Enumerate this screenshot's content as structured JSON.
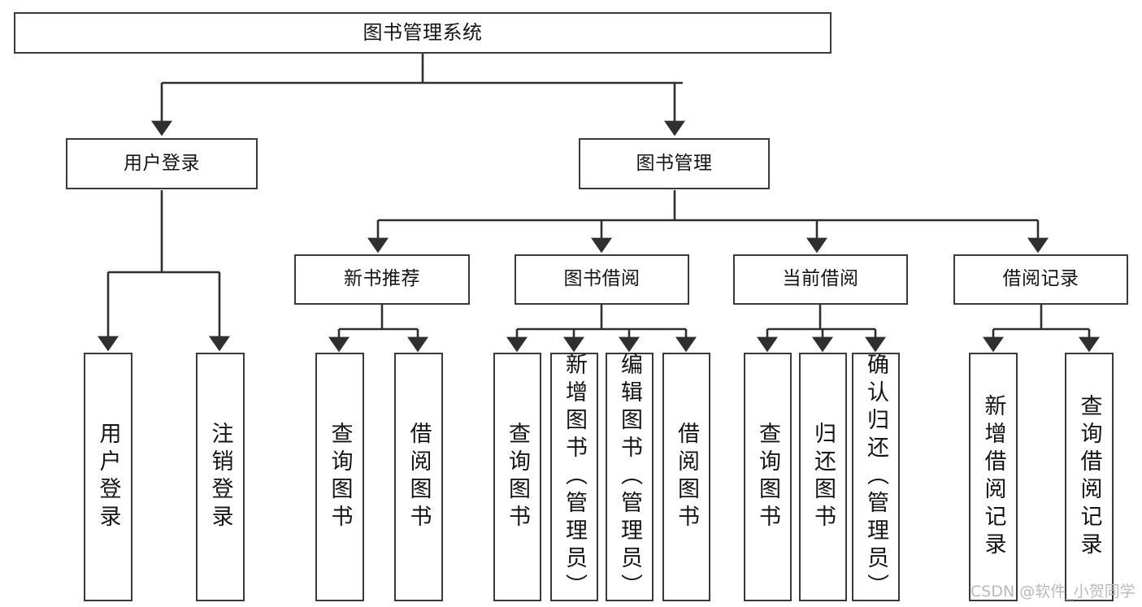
{
  "diagram": {
    "title": "图书管理系统",
    "type": "tree",
    "watermark": "CSDN @软件_小贺同学",
    "colors": {
      "background": "#ffffff",
      "node_border": "#3a3a3a",
      "node_fill": "#ffffff",
      "edge": "#2f2f2f",
      "text": "#141414",
      "watermark": "#b9b9b9"
    },
    "nodes": {
      "root": {
        "label": "图书管理系统",
        "level": 1
      },
      "l2": [
        {
          "id": "user-login",
          "label": "用户登录",
          "level": 2
        },
        {
          "id": "book-manage",
          "label": "图书管理",
          "level": 2
        }
      ],
      "l3": [
        {
          "id": "new-book-recommend",
          "label": "新书推荐",
          "level": 3,
          "parent": "book-manage"
        },
        {
          "id": "book-borrow",
          "label": "图书借阅",
          "level": 3,
          "parent": "book-manage"
        },
        {
          "id": "current-borrow",
          "label": "当前借阅",
          "level": 3,
          "parent": "book-manage"
        },
        {
          "id": "borrow-record",
          "label": "借阅记录",
          "level": 3,
          "parent": "book-manage"
        }
      ],
      "leaves": [
        {
          "id": "leaf-user-login",
          "label": "用户登录",
          "parent": "user-login"
        },
        {
          "id": "leaf-user-logout",
          "label": "注销登录",
          "parent": "user-login"
        },
        {
          "id": "leaf-query-book-1",
          "label": "查询图书",
          "parent": "new-book-recommend"
        },
        {
          "id": "leaf-borrow-book-1",
          "label": "借阅图书",
          "parent": "new-book-recommend"
        },
        {
          "id": "leaf-query-book-2",
          "label": "查询图书",
          "parent": "book-borrow"
        },
        {
          "id": "leaf-add-book",
          "label": "新增图书（管理员）",
          "parent": "book-borrow"
        },
        {
          "id": "leaf-edit-book",
          "label": "编辑图书（管理员）",
          "parent": "book-borrow"
        },
        {
          "id": "leaf-borrow-book-2",
          "label": "借阅图书",
          "parent": "book-borrow"
        },
        {
          "id": "leaf-query-book-3",
          "label": "查询图书",
          "parent": "current-borrow"
        },
        {
          "id": "leaf-return-book",
          "label": "归还图书",
          "parent": "current-borrow"
        },
        {
          "id": "leaf-confirm-return",
          "label": "确认归还（管理员）",
          "parent": "current-borrow"
        },
        {
          "id": "leaf-add-record",
          "label": "新增借阅记录",
          "parent": "borrow-record"
        },
        {
          "id": "leaf-query-record",
          "label": "查询借阅记录",
          "parent": "borrow-record"
        }
      ]
    }
  }
}
